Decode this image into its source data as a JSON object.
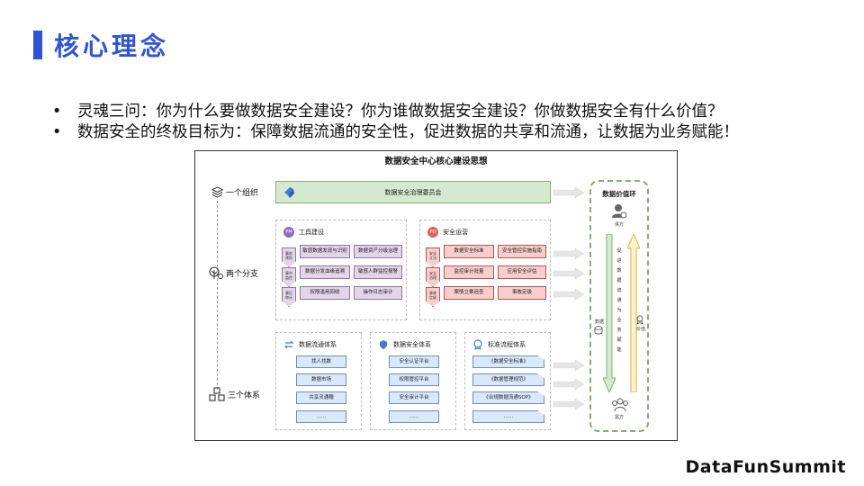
{
  "header": {
    "title": "核心理念"
  },
  "bullets": [
    "灵魂三问：你为什么要做数据安全建设？你为谁做数据安全建设？你做数据安全有什么价值？",
    "数据安全的终极目标为：保障数据流通的安全性，促进数据的共享和流通，让数据为业务赋能！"
  ],
  "diagram": {
    "title": "数据安全中心核心建设思想",
    "rows": {
      "org": {
        "label": "一个组织",
        "icon": "layers-icon"
      },
      "branch": {
        "label": "两个分支",
        "icon": "sprout-icon"
      },
      "system": {
        "label": "三个体系",
        "icon": "cubes-icon"
      }
    },
    "org_bar": "数据安全治理委员会",
    "pm": {
      "badge": "PM",
      "title": "工具建设",
      "stages": [
        "事前\n预防",
        "事中\n监控",
        "事后\n审计"
      ],
      "items": [
        [
          "敏感数据发现与识别",
          "数据资产分级治理"
        ],
        [
          "数据分发血缘追溯",
          "敏感人群监控报警"
        ],
        [
          "权限滥用回收",
          "操作日志审计"
        ]
      ]
    },
    "po": {
      "badge": "PO",
      "title": "安全运营",
      "stages": [
        "安全\n立法",
        "安全\n治理",
        "事故\n定级"
      ],
      "items": [
        [
          "数据安全标准",
          "安全管控实施指南"
        ],
        [
          "监控审计批量",
          "应用安全评估"
        ],
        [
          "案情立案追查",
          "事故定级"
        ]
      ]
    },
    "systems": [
      {
        "title": "数据流通体系",
        "icon": "exchange-icon",
        "items": [
          "找人找数",
          "数据市场",
          "共享灵通穗",
          "......"
        ]
      },
      {
        "title": "数据安全体系",
        "icon": "shield-icon",
        "items": [
          "安全认证平台",
          "权限管控平台",
          "安全审计平台",
          "......"
        ]
      },
      {
        "title": "标准流程体系",
        "icon": "badge-icon",
        "items": [
          "《数据安全标准》",
          "《数据管理规范》",
          "《合规数据流通SOP》",
          "......"
        ]
      }
    ],
    "value": {
      "title": "数据价值环",
      "supply": "供方",
      "demand": "需方",
      "flow_text": "促进数据流通为业务赋能",
      "left_label": "数据",
      "right_label": "价值"
    }
  },
  "brand": "DataFunSummit",
  "colors": {
    "accent": "#2f55d4",
    "green": "#82b366",
    "purple": "#9673a6",
    "red": "#b85450",
    "blue": "#6c8ebf"
  }
}
